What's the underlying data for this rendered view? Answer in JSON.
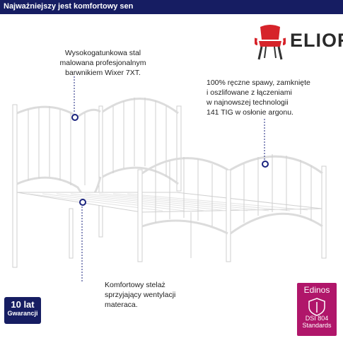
{
  "header": {
    "tagline": "Najważniejszy jest komfortowy sen"
  },
  "brand": {
    "name": "ELIOR",
    "icon": "red-chair-icon",
    "color": "#d6232a"
  },
  "callouts": {
    "paint": [
      "Wysokogatunkowa stal",
      "malowana profesjonalnym",
      "barwnikiem Wixer 7XT."
    ],
    "weld": [
      "100% ręczne spawy, zamknięte",
      "i oszlifowane z łączeniami",
      "w najnowszej technologii",
      "141 TIG w osłonie argonu."
    ],
    "slats": [
      "Komfortowy stelaż",
      "sprzyjający wentylacji",
      "materaca."
    ]
  },
  "badges": {
    "warranty_years": "10 lat",
    "warranty_label": "Gwarancji",
    "edinos_title": "Edinos",
    "edinos_dsi": "DSI",
    "edinos_num": "804",
    "edinos_standards": "Standards"
  },
  "colors": {
    "navy": "#161d62",
    "magenta": "#b0166a",
    "frame": "#ffffff"
  }
}
